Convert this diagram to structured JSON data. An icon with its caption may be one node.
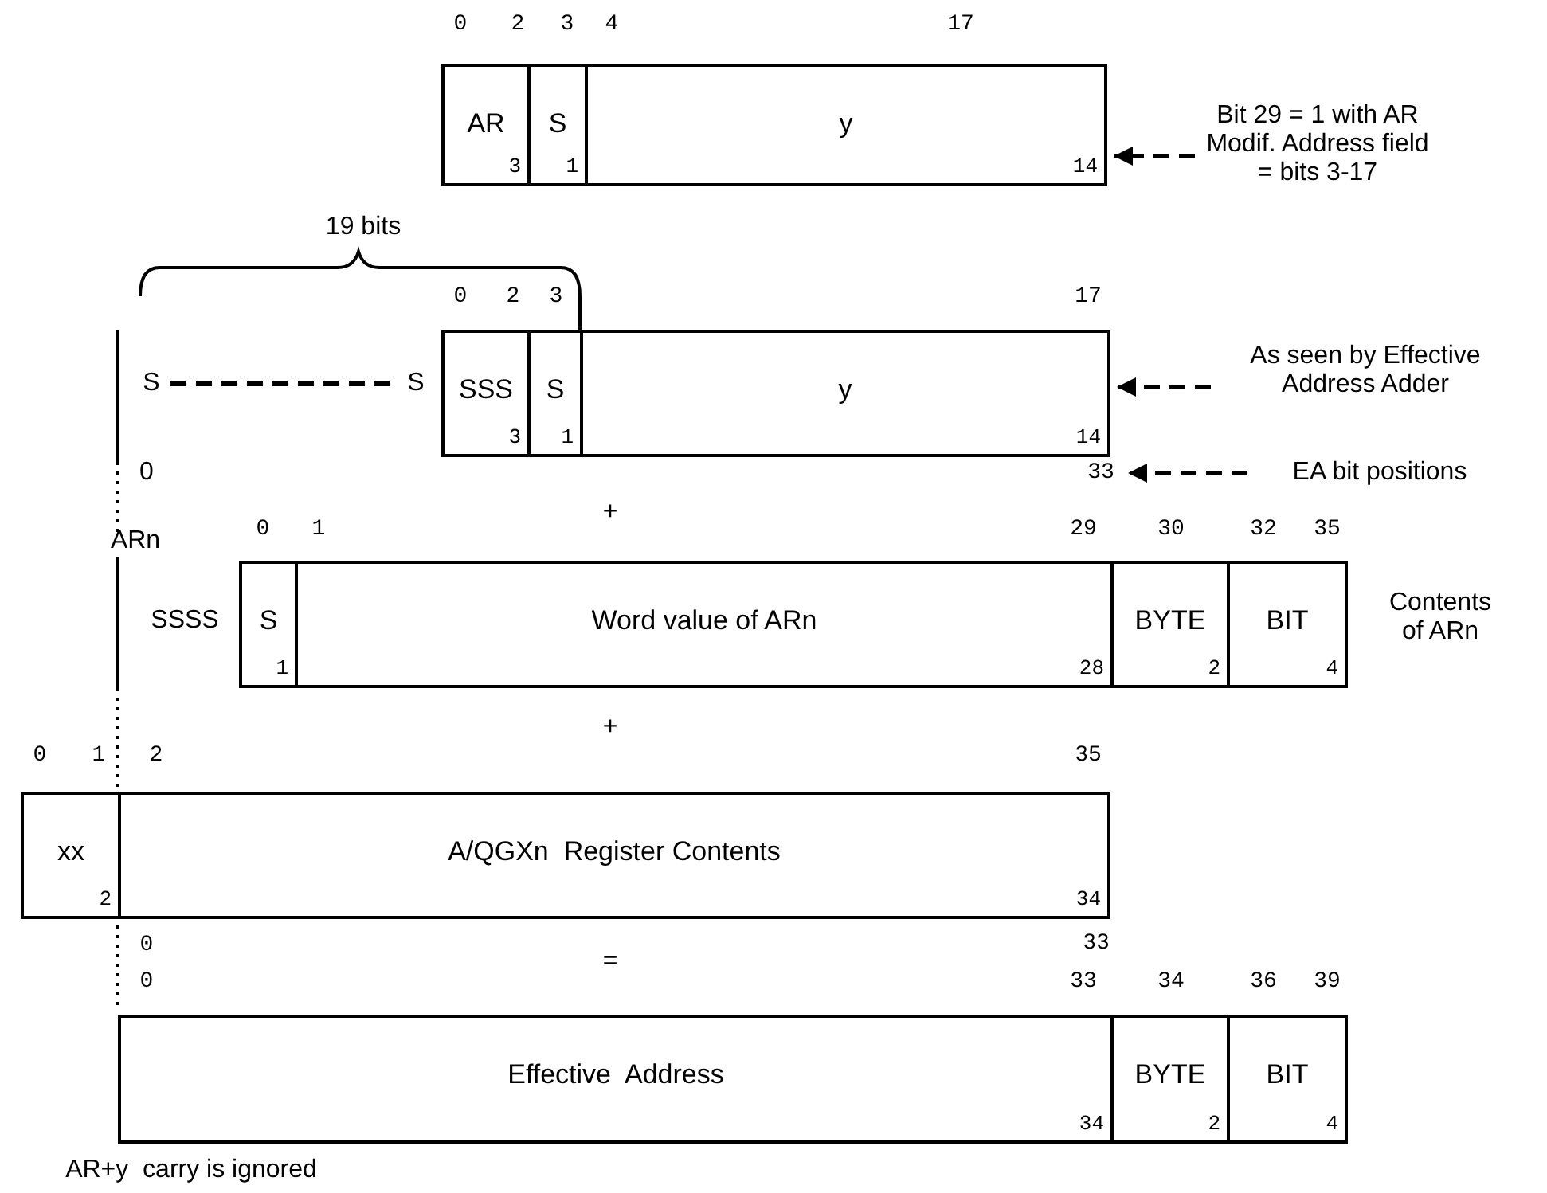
{
  "diagram": {
    "nodes": [
      {
        "text": [
          "AR",
          "3"
        ]
      },
      {
        "text": [
          "S",
          "1"
        ]
      },
      {
        "text": [
          "y",
          "14"
        ]
      },
      {
        "text": [
          "Bit 29 = 1 with AR Modif. Address field = bits 3-17"
        ]
      },
      {
        "text": [
          "S"
        ]
      },
      {
        "text": [
          "S"
        ]
      },
      {
        "text": [
          "SSS",
          "3"
        ]
      },
      {
        "text": [
          "S",
          "1"
        ]
      },
      {
        "text": [
          "y",
          "14"
        ]
      },
      {
        "text": [
          "As seen by Effective Address Adder"
        ]
      },
      {
        "text": [
          "33"
        ]
      },
      {
        "text": [
          "EA bit positions"
        ]
      },
      {
        "text": [
          "S",
          "1"
        ]
      },
      {
        "text": [
          "Word value of ARn",
          "28"
        ]
      },
      {
        "text": [
          "BYTE",
          "2"
        ]
      },
      {
        "text": [
          "BIT",
          "4"
        ]
      },
      {
        "text": [
          "Contents of ARn"
        ]
      },
      {
        "text": [
          "xx",
          "2"
        ]
      },
      {
        "text": [
          "A/QGXn  Register Contents",
          "34"
        ]
      },
      {
        "text": [
          "Effective  Address",
          "34"
        ]
      },
      {
        "text": [
          "BYTE",
          "2"
        ]
      },
      {
        "text": [
          "BIT",
          "4"
        ]
      }
    ],
    "edges": [
      {
        "from": 3,
        "to": 2,
        "arrow": "to",
        "style": "dashed"
      },
      {
        "from": 4,
        "to": 5,
        "arrow": "none",
        "style": "dashed"
      },
      {
        "from": 9,
        "to": 8,
        "arrow": "to",
        "style": "dashed"
      },
      {
        "from": 11,
        "to": 10,
        "arrow": "to",
        "style": "dashed"
      }
    ],
    "labels": [
      "0",
      "2",
      "3",
      "4",
      "17",
      "19 bits",
      "0",
      "2",
      "3",
      "17",
      "0",
      "+",
      "ARn",
      "0",
      "1",
      "29",
      "30",
      "32",
      "35",
      "SSSS",
      "+",
      "0",
      "1",
      "2",
      "35",
      "0",
      "=",
      "33",
      "0",
      "33",
      "34",
      "36",
      "39",
      "AR+y  carry is ignored"
    ]
  }
}
